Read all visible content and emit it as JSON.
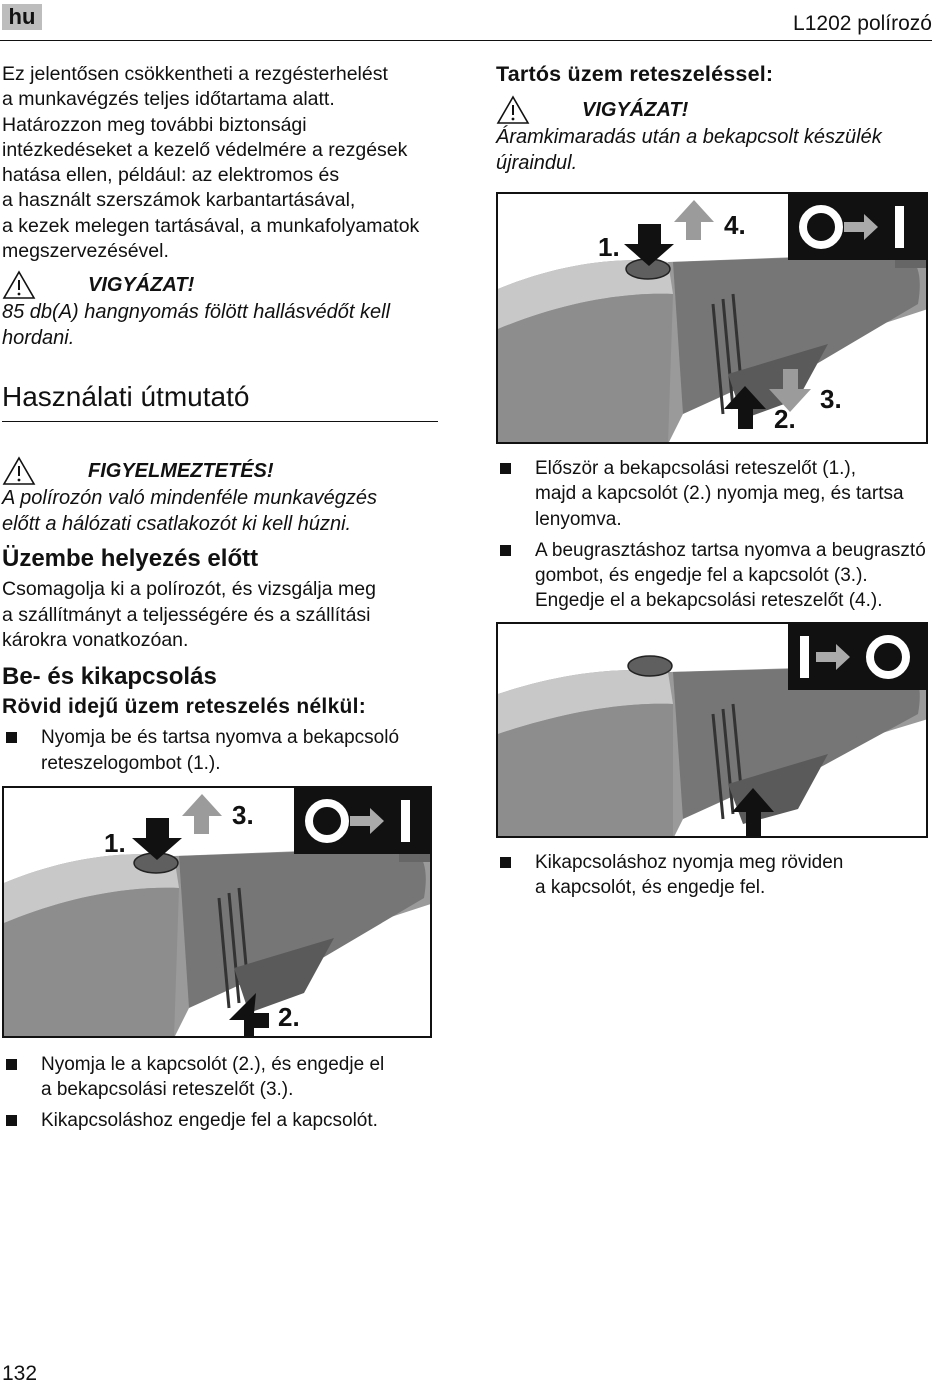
{
  "header": {
    "lang": "hu",
    "title": "L1202 polírozó"
  },
  "left": {
    "intro_lines": [
      "Ez jelentősen csökkentheti a rezgésterhelést",
      "a munkavégzés teljes időtartama alatt.",
      "Határozzon meg további biztonsági",
      "intézkedéseket a kezelő védelmére a rezgések",
      "hatása ellen, például: az elektromos és",
      "a használt szerszámok karbantartásával,",
      "a kezek melegen tartásával, a munkafolyamatok",
      "megszervezésével."
    ],
    "caution1": {
      "title": "VIGYÁZAT!",
      "lines": [
        "85 db(A) hangnyomás fölött hallásvédőt kell",
        "hordani."
      ]
    },
    "main_heading": "Használati útmutató",
    "warning": {
      "title": "FIGYELMEZTETÉS!",
      "lines": [
        "A polírozón való mindenféle munkavégzés",
        "előtt a hálózati csatlakozót ki kell húzni."
      ]
    },
    "before_heading": "Üzembe helyezés előtt",
    "before_lines": [
      "Csomagolja ki a polírozót, és vizsgálja meg",
      "a szállítmányt a teljességére és a szállítási",
      "károkra vonatkozóan."
    ],
    "switch_heading": "Be- és kikapcsolás",
    "short_heading": "Rövid idejű üzem reteszelés nélkül:",
    "bullet1_lines": [
      "Nyomja be és tartsa nyomva a bekapcsoló",
      "reteszelogombot (1.)."
    ],
    "fig1_labels": {
      "n1": "1.",
      "n2": "2.",
      "n3": "3."
    },
    "bullet2_lines": [
      "Nyomja le a kapcsolót (2.), és engedje el",
      "a bekapcsolási reteszelőt (3.)."
    ],
    "bullet3": "Kikapcsoláshoz engedje fel a kapcsolót."
  },
  "right": {
    "heading": "Tartós üzem reteszeléssel:",
    "caution": {
      "title": "VIGYÁZAT!",
      "lines": [
        "Áramkimaradás után a bekapcsolt készülék",
        "újraindul."
      ]
    },
    "fig2_labels": {
      "n1": "1.",
      "n2": "2.",
      "n3": "3.",
      "n4": "4."
    },
    "bullet1_lines": [
      "Először a bekapcsolási reteszelőt (1.),",
      "majd a kapcsolót (2.) nyomja meg, és tartsa",
      "lenyomva."
    ],
    "bullet2_lines": [
      "A beugrasztáshoz tartsa nyomva a beugrasztó",
      "gombot, és engedje fel a kapcsolót (3.).",
      "Engedje el a bekapcsolási reteszelőt (4.)."
    ],
    "bullet3_lines": [
      "Kikapcsoláshoz nyomja meg röviden",
      "a kapcsolót, és engedje fel."
    ]
  },
  "page_number": "132"
}
